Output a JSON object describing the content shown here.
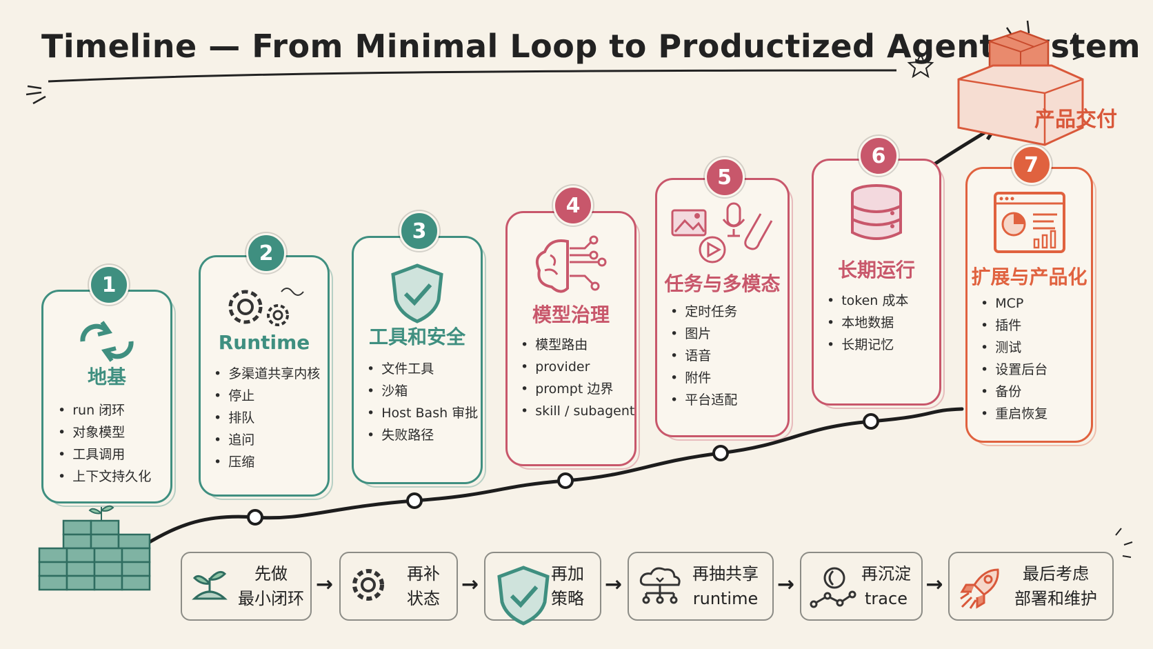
{
  "title": "Timeline — From Minimal Loop to Productized Agent System",
  "product": {
    "label": "产品交付"
  },
  "stages": [
    {
      "number": "1",
      "title": "地基",
      "icon": "cycle-arrows-icon",
      "color": "#3f8f80",
      "bullets": [
        "run 闭环",
        "对象模型",
        "工具调用",
        "上下文持久化"
      ]
    },
    {
      "number": "2",
      "title": "Runtime",
      "icon": "gears-icon",
      "color": "#3f8f80",
      "bullets": [
        "多渠道共享内核",
        "停止",
        "排队",
        "追问",
        "压缩"
      ]
    },
    {
      "number": "3",
      "title": "工具和安全",
      "icon": "shield-check-icon",
      "color": "#3f8f80",
      "bullets": [
        "文件工具",
        "沙箱",
        "Host Bash 审批",
        "失败路径"
      ]
    },
    {
      "number": "4",
      "title": "模型治理",
      "icon": "brain-circuit-icon",
      "color": "#c8576b",
      "bullets": [
        "模型路由",
        "provider",
        "prompt 边界",
        "skill / subagent"
      ]
    },
    {
      "number": "5",
      "title": "任务与多模态",
      "icon": "media-icons",
      "color": "#c8576b",
      "bullets": [
        "定时任务",
        "图片",
        "语音",
        "附件",
        "平台适配"
      ]
    },
    {
      "number": "6",
      "title": "长期运行",
      "icon": "database-icon",
      "color": "#c8576b",
      "bullets": [
        "token 成本",
        "本地数据",
        "长期记忆"
      ]
    },
    {
      "number": "7",
      "title": "扩展与产品化",
      "icon": "dashboard-icon",
      "color": "#e0623f",
      "bullets": [
        "MCP",
        "插件",
        "测试",
        "设置后台",
        "备份",
        "重启恢复"
      ]
    }
  ],
  "steps": [
    {
      "line1": "先做",
      "line2": "最小闭环",
      "icon": "sprout-icon"
    },
    {
      "line1": "再补",
      "line2": "状态",
      "icon": "gear-icon"
    },
    {
      "line1": "再加",
      "line2": "策略",
      "icon": "shield-check-icon"
    },
    {
      "line1": "再抽共享",
      "line2": "runtime",
      "icon": "cloud-network-icon"
    },
    {
      "line1": "再沉淀",
      "line2": "trace",
      "icon": "trace-icon"
    },
    {
      "line1": "最后考虑",
      "line2": "部署和维护",
      "icon": "rocket-icon"
    }
  ]
}
